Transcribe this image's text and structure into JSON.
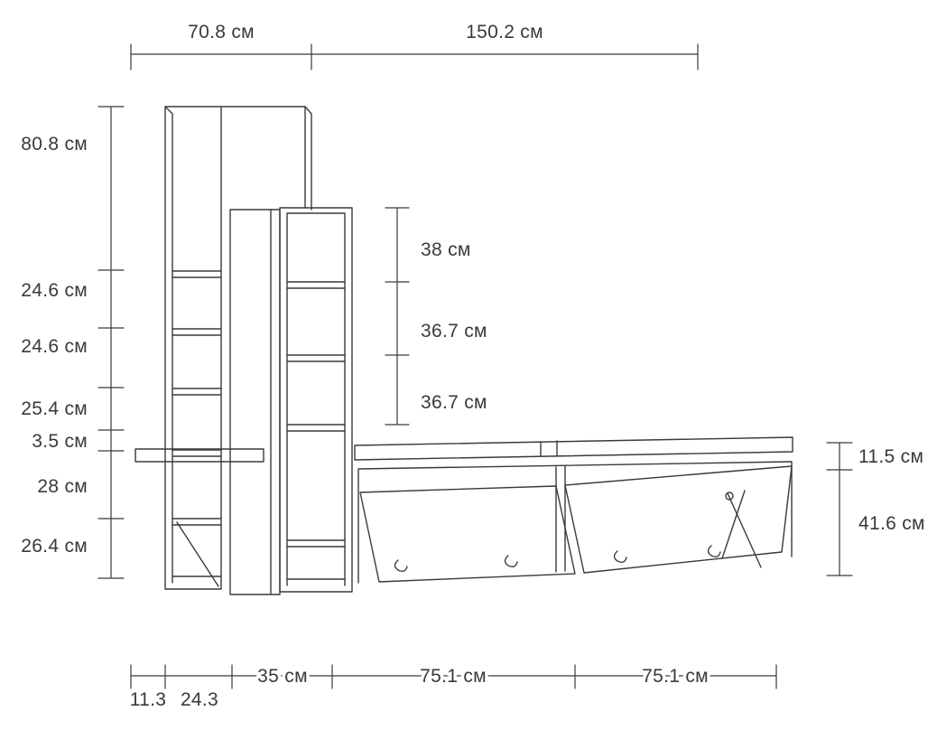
{
  "diagram": {
    "kind": "furniture-dimension-drawing",
    "units": "см",
    "line_color": "#3a3a3a",
    "text_color": "#3a3a3a",
    "background": "#ffffff"
  },
  "dims": {
    "top": [
      "70.8 см",
      "150.2 см"
    ],
    "left": [
      "80.8 см",
      "24.6 см",
      "24.6 см",
      "25.4 см",
      "3.5 см",
      "28 см",
      "26.4 см"
    ],
    "middle": [
      "38 см",
      "36.7 см",
      "36.7 см"
    ],
    "right": [
      "11.5 см",
      "41.6 см"
    ],
    "bottom": [
      "11.3",
      "24.3",
      "35 см",
      "75.1 см",
      "75.1 см"
    ]
  }
}
